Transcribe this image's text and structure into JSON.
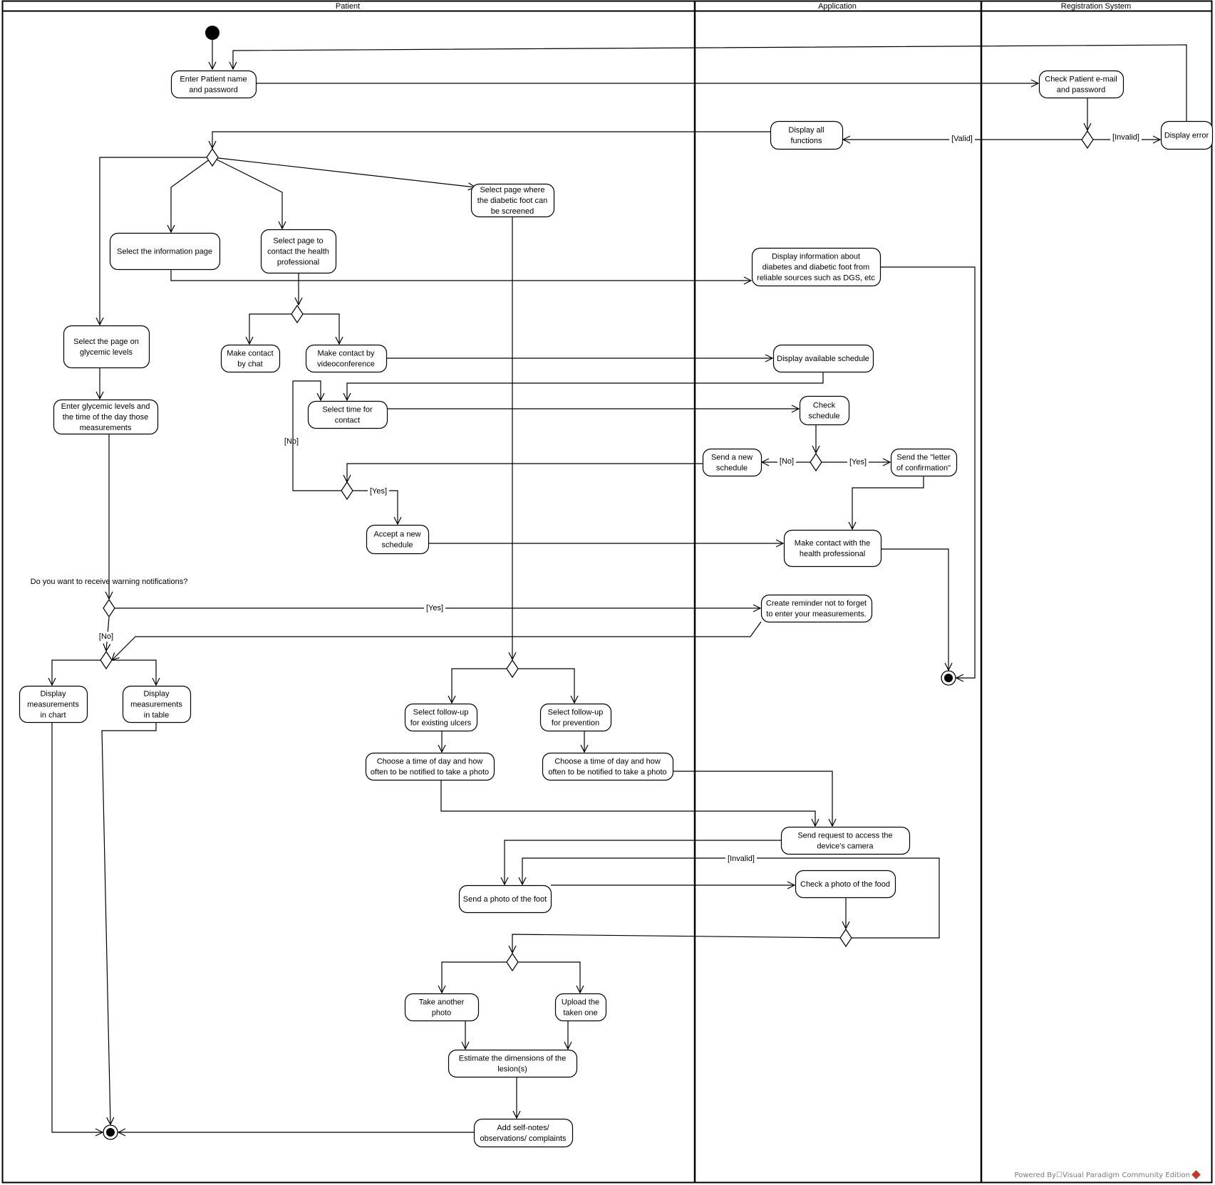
{
  "lanes": {
    "patient": "Patient",
    "application": "Application",
    "registration": "Registration System"
  },
  "nodes": {
    "enter_name": [
      "Enter Patient name",
      "and password"
    ],
    "check_email": [
      "Check Patient e-mail",
      "and password"
    ],
    "display_error": [
      "Display error"
    ],
    "display_functions": [
      "Display all",
      "functions"
    ],
    "select_foot_page": [
      "Select  page where",
      "the diabetic foot can",
      "be screened"
    ],
    "select_info_page": [
      "Select the information page"
    ],
    "select_contact_page": [
      "Select page to",
      "contact the health",
      "professional"
    ],
    "display_info": [
      "Display information about",
      "diabetes and diabetic foot from",
      "reliable sources such as DGS, etc"
    ],
    "select_glycemic_page": [
      "Select the page on",
      "glycemic levels"
    ],
    "contact_chat": [
      "Make contact",
      "by chat"
    ],
    "contact_video": [
      "Make contact by",
      "videoconference"
    ],
    "display_schedule": [
      "Display available schedule"
    ],
    "enter_glycemic": [
      "Enter glycemic levels and",
      "the time of the day those",
      "measurements"
    ],
    "select_time": [
      "Select time for",
      "contact"
    ],
    "check_schedule": [
      "Check",
      "schedule"
    ],
    "send_new_schedule": [
      "Send a new",
      "schedule"
    ],
    "send_letter": [
      "Send the \"letter",
      "of confirmation\""
    ],
    "accept_schedule": [
      "Accept a new",
      "schedule"
    ],
    "make_contact_pro": [
      "Make contact with the",
      "health professional"
    ],
    "create_reminder": [
      "Create reminder not to forget",
      "to enter your measurements."
    ],
    "display_chart": [
      "Display",
      "measurements",
      "in chart"
    ],
    "display_table": [
      "Display",
      "measurements",
      "in table"
    ],
    "followup_ulcers": [
      "Select follow-up",
      "for existing ulcers"
    ],
    "followup_prevention": [
      "Select follow-up",
      "for prevention"
    ],
    "choose_time_a": [
      "Choose a time of day and how",
      "often to be notified to take a photo"
    ],
    "choose_time_b": [
      "Choose a time of day and how",
      "often to be notified to take a photo"
    ],
    "request_camera": [
      "Send request to access the",
      "device's camera"
    ],
    "send_photo": [
      "Send a photo of the foot"
    ],
    "check_photo": [
      "Check a photo  of the food"
    ],
    "take_another": [
      "Take another",
      "photo"
    ],
    "upload_taken": [
      "Upload the",
      "taken one"
    ],
    "estimate_dims": [
      "Estimate the dimensions of the",
      "lesion(s)"
    ],
    "add_notes": [
      "Add self-notes/",
      "observations/ complaints"
    ]
  },
  "guards": {
    "valid": "[Valid]",
    "invalid_login": "[Invalid]",
    "no_schedule_app": "[No]",
    "yes_schedule_app": "[Yes]",
    "no_accept": "[No]",
    "yes_accept": "[Yes]",
    "yes_notify": "[Yes]",
    "no_notify": "[No]",
    "invalid_photo": "[Invalid]"
  },
  "question_notifications": "Do you want to receive warning notifications?",
  "watermark": "Powered By☐Visual Paradigm Community Edition"
}
